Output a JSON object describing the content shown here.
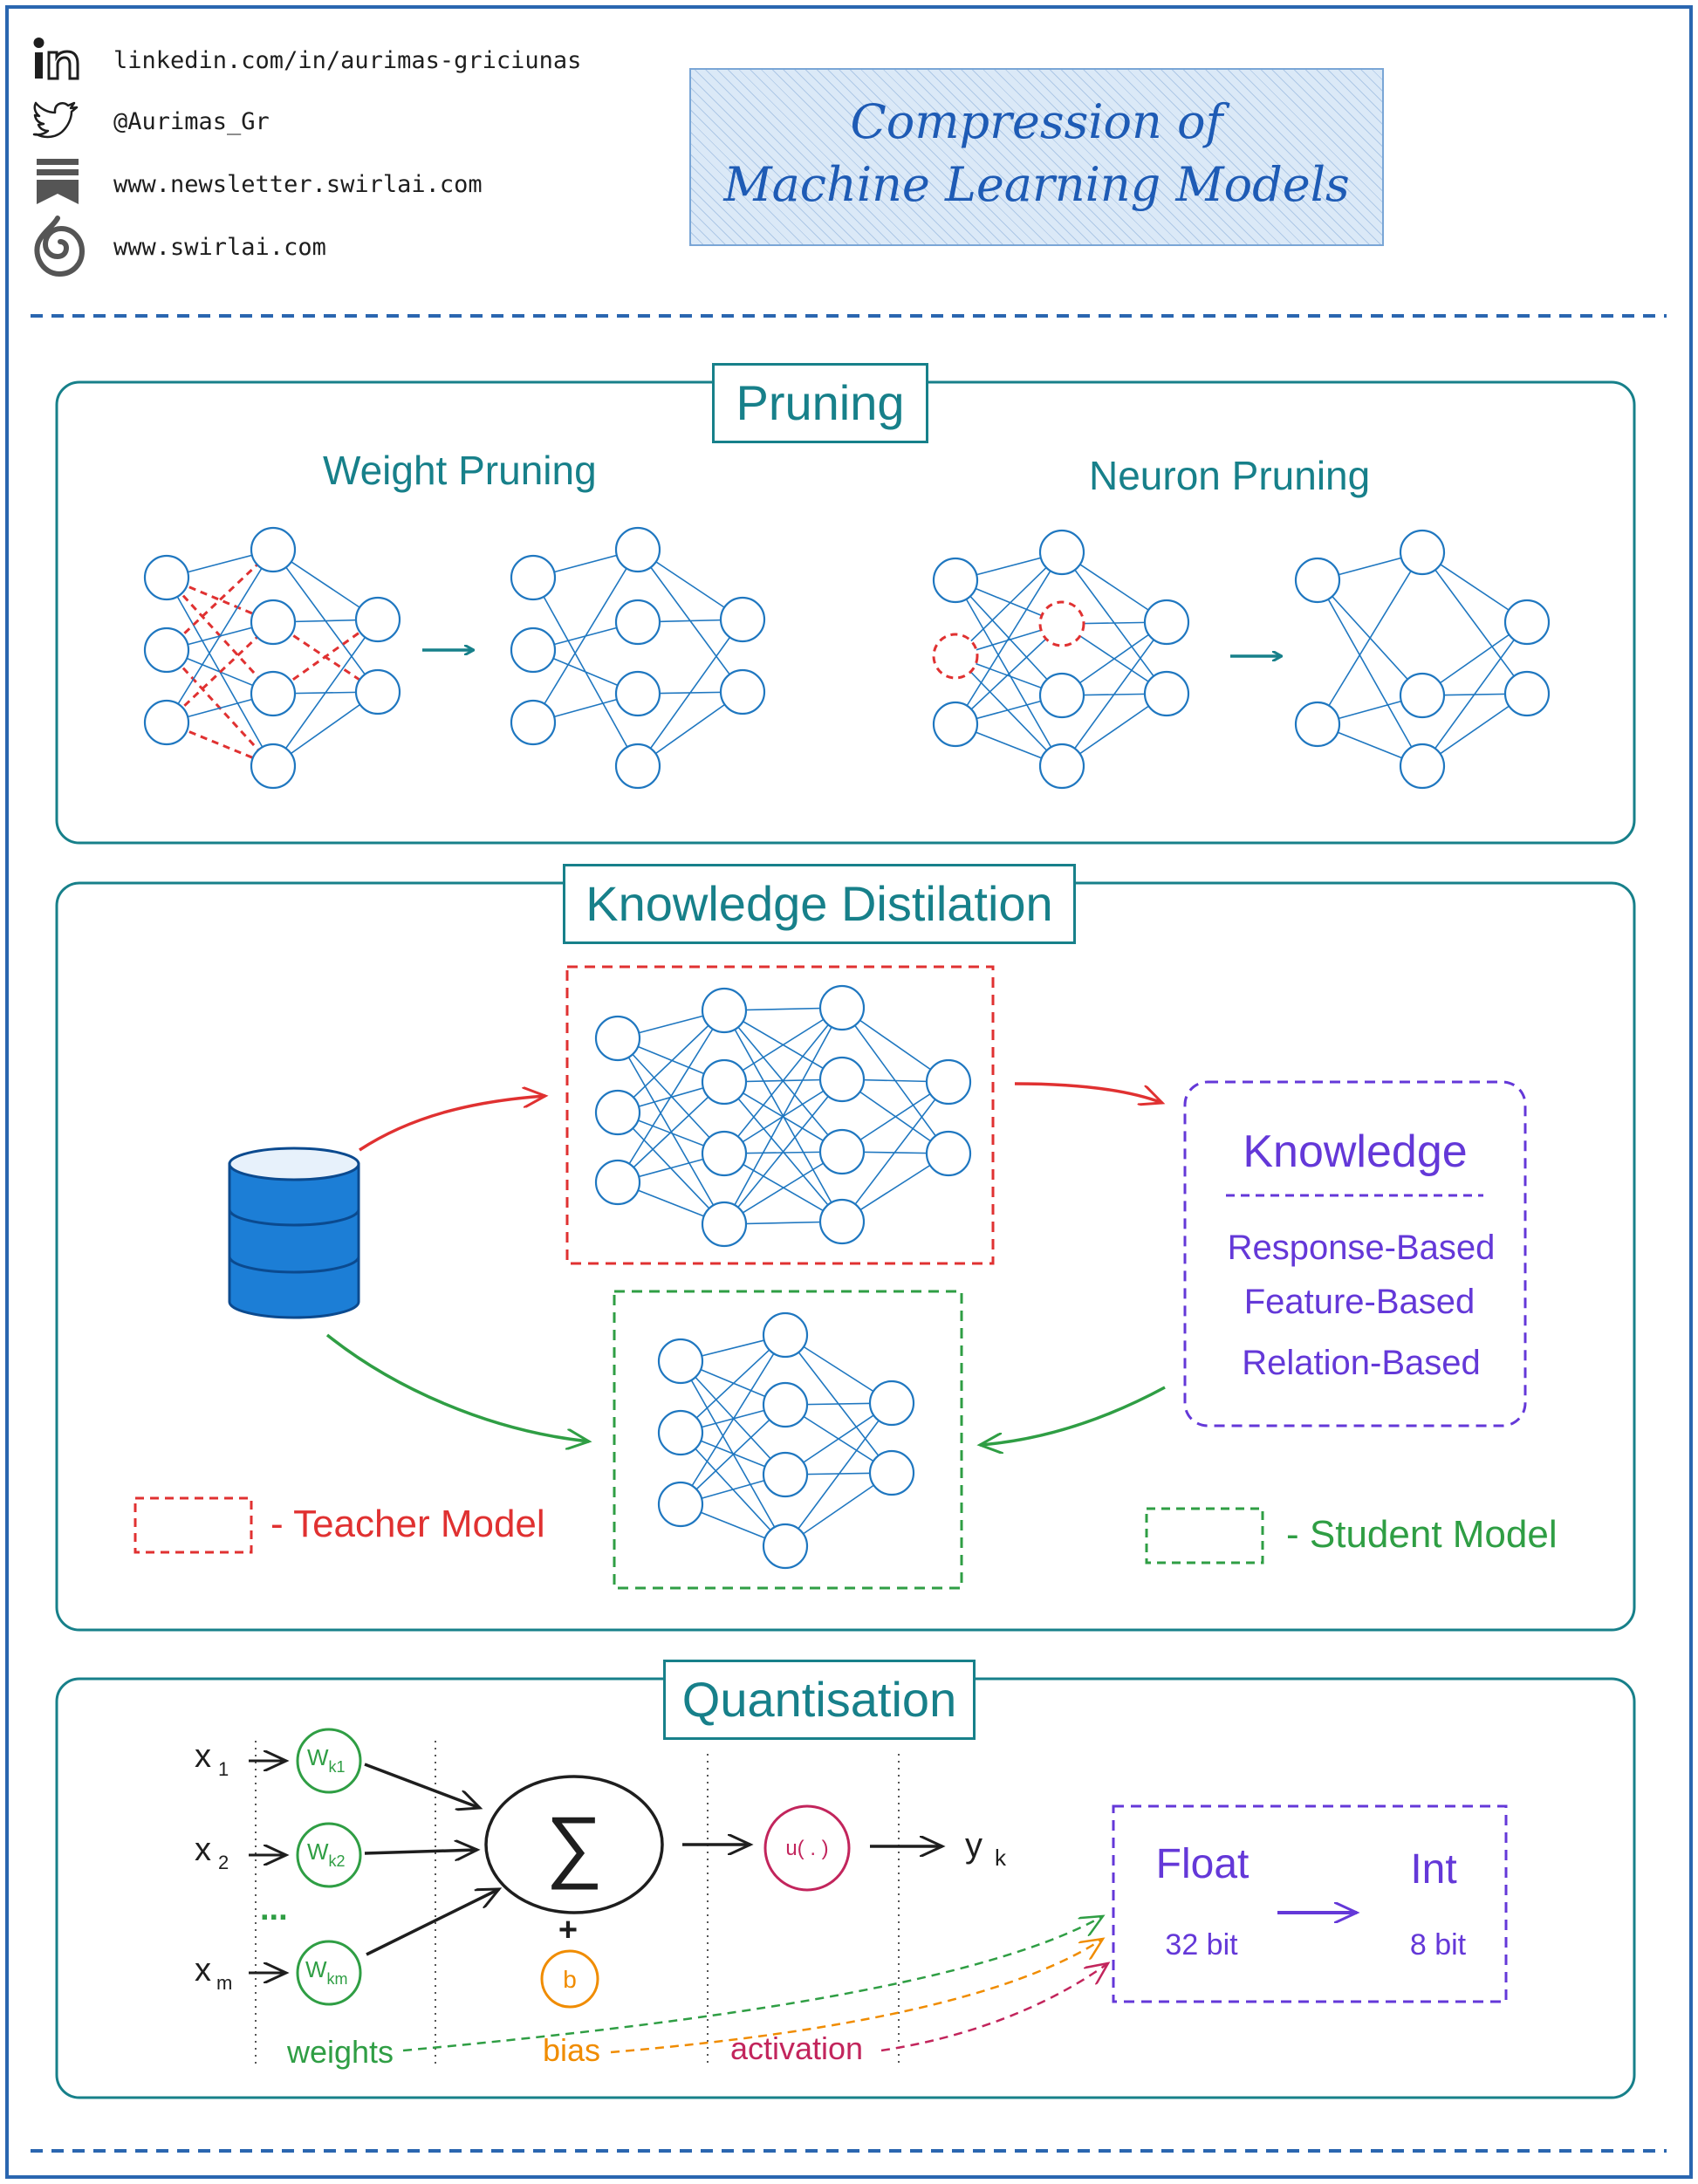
{
  "header": {
    "linkedin": "linkedin.com/in/aurimas-griciunas",
    "twitter": "@Aurimas_Gr",
    "newsletter": "www.newsletter.swirlai.com",
    "website": "www.swirlai.com",
    "icons": [
      "linkedin-icon",
      "twitter-bird-icon",
      "newsletter-bookmark-icon",
      "swirlai-logo-icon"
    ]
  },
  "title": {
    "line1": "Compression of",
    "line2": "Machine Learning Models"
  },
  "pruning": {
    "label": "Pruning",
    "weight_title": "Weight Pruning",
    "neuron_title": "Neuron Pruning"
  },
  "distillation": {
    "label": "Knowledge Distilation",
    "knowledge_title": "Knowledge",
    "knowledge_items": [
      "Response-Based",
      "Feature-Based",
      "Relation-Based"
    ],
    "teacher_legend": "- Teacher Model",
    "student_legend": "- Student Model"
  },
  "quantisation": {
    "label": "Quantisation",
    "inputs": [
      {
        "x": "x",
        "sub": "1",
        "w": "W",
        "wsub": "k1"
      },
      {
        "x": "x",
        "sub": "2",
        "w": "W",
        "wsub": "k2"
      },
      {
        "x": "x",
        "sub": "m",
        "w": "W",
        "wsub": "km"
      }
    ],
    "ellipsis": "...",
    "sum_symbol": "∑",
    "plus": "+",
    "bias_node": "b",
    "activation_node": "u( . )",
    "output": "y",
    "output_sub": "k",
    "from_type": "Float",
    "from_bits": "32 bit",
    "to_type": "Int",
    "to_bits": "8 bit",
    "weights_label": "weights",
    "bias_label": "bias",
    "activation_label": "activation"
  },
  "colors": {
    "frame": "#2a66b0",
    "teal": "#17808a",
    "net_blue": "#1f77c0",
    "red": "#e03131",
    "green": "#2f9e44",
    "purple": "#6438d8",
    "orange": "#f08c00",
    "crimson": "#c2255c",
    "db_fill": "#1c7ed6"
  }
}
